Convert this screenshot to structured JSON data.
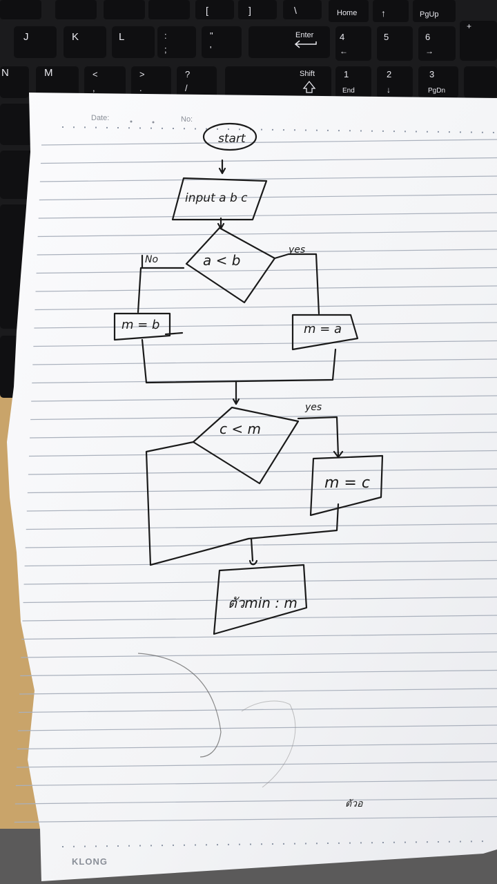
{
  "keyboard": {
    "top_row": [
      "[",
      "]",
      "\\",
      "Home",
      "↑",
      "PgUp"
    ],
    "mid_row": [
      "J",
      "K",
      "L",
      ":",
      ";",
      "\"",
      "'",
      "Enter",
      "4",
      "←",
      "5",
      "6",
      "→",
      "+"
    ],
    "bottom_row": [
      "M",
      "<",
      ",",
      ">",
      ".",
      "?",
      "/",
      "Shift",
      "1",
      "End",
      "2",
      "↓",
      "3",
      "PgDn"
    ],
    "partial_left": "N"
  },
  "paper": {
    "header": {
      "date_label": "Date:",
      "no_label": "No:"
    },
    "brand": "KLONG",
    "colors": {
      "paper": "#f6f7f9",
      "rule_line": "#a9b0bc",
      "ink": "#1a1a1a",
      "keyboard": "#1b1b1d",
      "desk": "#c9a46a"
    }
  },
  "flowchart": {
    "start": "start",
    "input": "input a b c",
    "decision1": "a < b",
    "decision1_no": "No",
    "decision1_yes": "yes",
    "assign_left": "m = b",
    "assign_right": "m = a",
    "decision2": "c < m",
    "decision2_yes": "yes",
    "assign_c": "m = c",
    "output": "ตัวmin : m"
  },
  "signature": "ตัวอ"
}
